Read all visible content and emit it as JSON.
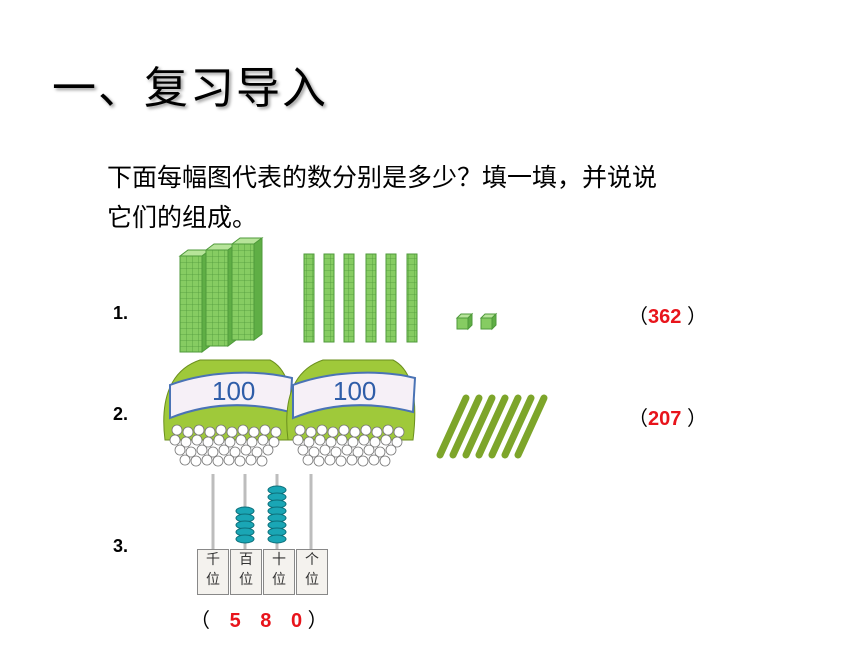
{
  "title": "一、复习导入",
  "question_line1": "下面每幅图代表的数分别是多少？填一填，并说说",
  "question_line2": "它们的组成。",
  "items": [
    {
      "label": "1.",
      "open": "（",
      "answer": "362",
      "close": "）"
    },
    {
      "label": "2.",
      "open": "（",
      "answer": "207",
      "close": "）"
    },
    {
      "label": "3.",
      "open": "（",
      "answers": [
        "5",
        "8",
        "0"
      ],
      "close": "）"
    }
  ],
  "bundle_label": "100",
  "abacus_places": [
    "千\n位",
    "百\n位",
    "十\n位",
    "个\n位"
  ],
  "colors": {
    "answer": "#e8141b",
    "blocks": "#7ec85a",
    "sticks": "#a6cf3c",
    "beads": "#1aa6b5"
  }
}
